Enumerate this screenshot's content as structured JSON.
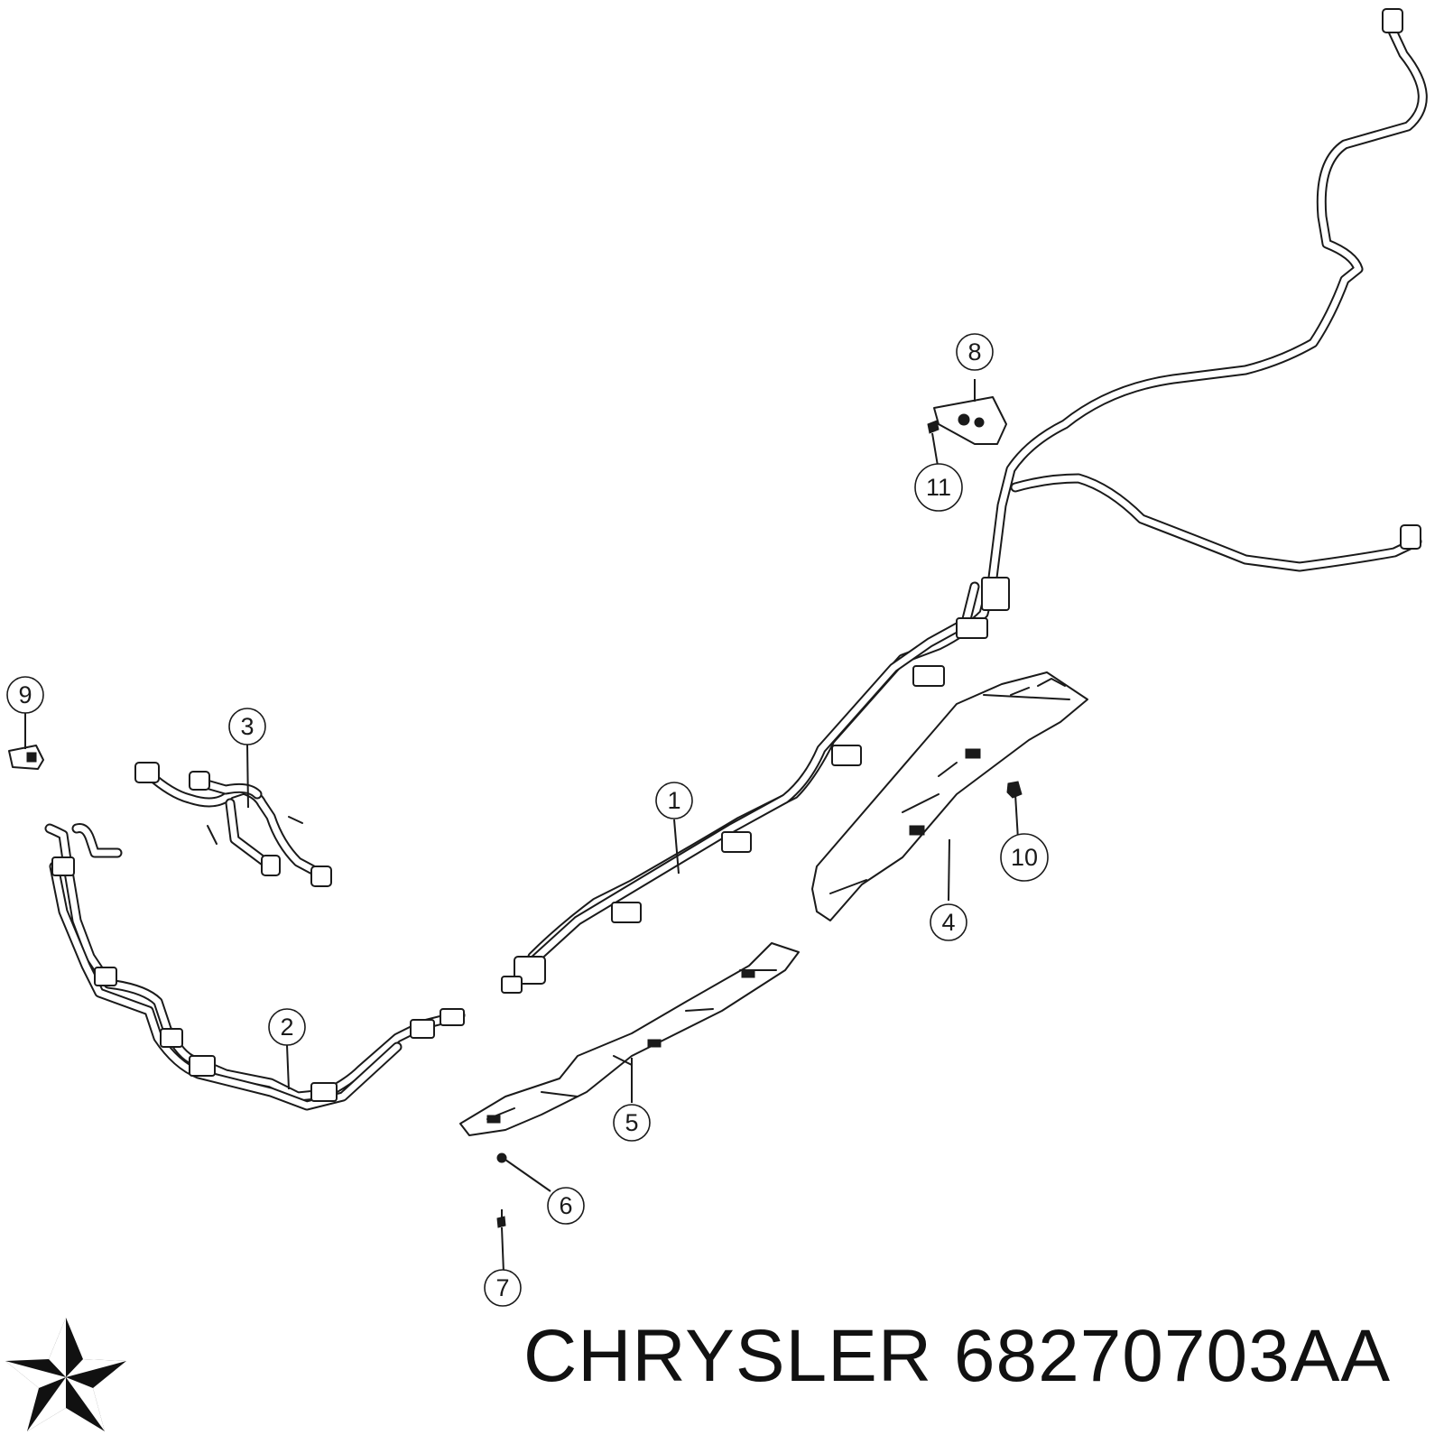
{
  "diagram": {
    "callouts": [
      "1",
      "2",
      "3",
      "4",
      "5",
      "6",
      "7",
      "8",
      "9",
      "10",
      "11"
    ]
  },
  "caption": {
    "brand": "CHRYSLER",
    "part_number": "68270703AA"
  },
  "logo": {
    "icon": "chrysler-pentastar-icon",
    "color": "#111111"
  }
}
